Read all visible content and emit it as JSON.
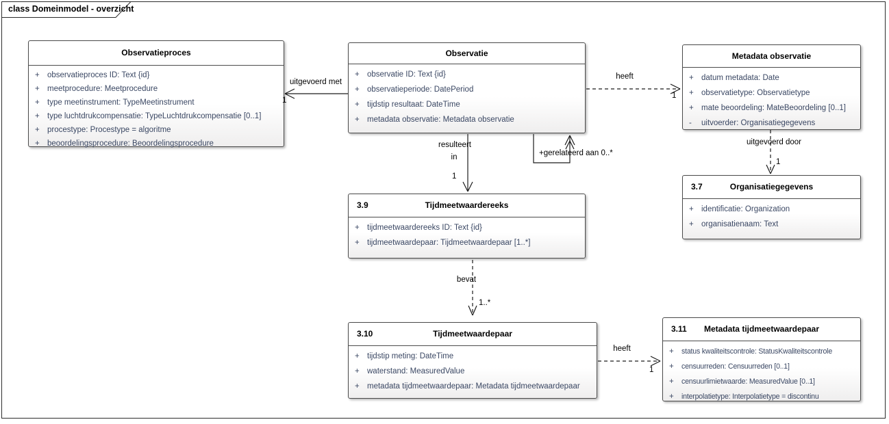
{
  "diagram": {
    "tab_label": "class Domeinmodel - overzicht"
  },
  "colors": {
    "attribute_text": "#3a4763",
    "box_border": "#4a4a4a",
    "frame_border": "#2b2b2b",
    "box_fill_top": "#ffffff",
    "box_fill_bottom": "#efeeee"
  },
  "classes": [
    {
      "title": "Observatieproces",
      "attributes": [
        {
          "vis": "+",
          "text": "observatieproces ID: Text {id}"
        },
        {
          "vis": "+",
          "text": "meetprocedure: Meetprocedure"
        },
        {
          "vis": "+",
          "text": "type meetinstrument: TypeMeetinstrument"
        },
        {
          "vis": "+",
          "text": "type luchtdrukcompensatie: TypeLuchtdrukcompensatie [0..1]"
        },
        {
          "vis": "+",
          "text": "procestype: Procestype = algoritme"
        },
        {
          "vis": "+",
          "text": "beoordelingsprocedure: Beoordelingsprocedure"
        }
      ]
    },
    {
      "title": "Observatie",
      "attributes": [
        {
          "vis": "+",
          "text": "observatie ID: Text {id}"
        },
        {
          "vis": "+",
          "text": "observatieperiode: DatePeriod"
        },
        {
          "vis": "+",
          "text": "tijdstip resultaat: DateTime"
        },
        {
          "vis": "+",
          "text": "metadata observatie: Metadata observatie"
        }
      ]
    },
    {
      "title": "Metadata observatie",
      "attributes": [
        {
          "vis": "+",
          "text": "datum metadata: Date"
        },
        {
          "vis": "+",
          "text": "observatietype: Observatietype"
        },
        {
          "vis": "+",
          "text": "mate beoordeling: MateBeoordeling [0..1]"
        },
        {
          "vis": "-",
          "text": "uitvoerder: Organisatiegegevens"
        }
      ]
    },
    {
      "number": "3.7",
      "title": "Organisatiegegevens",
      "attributes": [
        {
          "vis": "+",
          "text": "identificatie: Organization"
        },
        {
          "vis": "+",
          "text": "organisatienaam: Text"
        }
      ]
    },
    {
      "number": "3.9",
      "title": "Tijdmeetwaardereeks",
      "attributes": [
        {
          "vis": "+",
          "text": "tijdmeetwaardereeks ID: Text {id}"
        },
        {
          "vis": "+",
          "text": "tijdmeetwaardepaar: Tijdmeetwaardepaar [1..*]"
        }
      ]
    },
    {
      "number": "3.10",
      "title": "Tijdmeetwaardepaar",
      "attributes": [
        {
          "vis": "+",
          "text": "tijdstip meting: DateTime"
        },
        {
          "vis": "+",
          "text": "waterstand: MeasuredValue"
        },
        {
          "vis": "+",
          "text": "metadata tijdmeetwaardepaar: Metadata tijdmeetwaardepaar"
        }
      ]
    },
    {
      "number": "3.11",
      "title": "Metadata tijdmeetwaardepaar",
      "attributes": [
        {
          "vis": "+",
          "text": "status kwaliteitscontrole: StatusKwaliteitscontrole"
        },
        {
          "vis": "+",
          "text": "censuurreden: Censuurreden [0..1]"
        },
        {
          "vis": "+",
          "text": "censuurlimietwaarde: MeasuredValue [0..1]"
        },
        {
          "vis": "+",
          "text": "interpolatietype: Interpolatietype = discontinu"
        }
      ]
    }
  ],
  "connectors": [
    {
      "label": "uitgevoerd met",
      "multiplicity": "1",
      "line": "solid"
    },
    {
      "label": "heeft",
      "multiplicity": "1",
      "line": "dashed"
    },
    {
      "label": "resulteert",
      "label2": "in",
      "multiplicity": "1",
      "line": "solid"
    },
    {
      "label": "+gerelateerd aan 0..*",
      "line": "solid"
    },
    {
      "label": "uitgevoerd door",
      "multiplicity": "1",
      "line": "dashed"
    },
    {
      "label": "bevat",
      "multiplicity": "1..*",
      "line": "dashed"
    },
    {
      "label": "heeft",
      "multiplicity": "1",
      "line": "dashed"
    }
  ]
}
